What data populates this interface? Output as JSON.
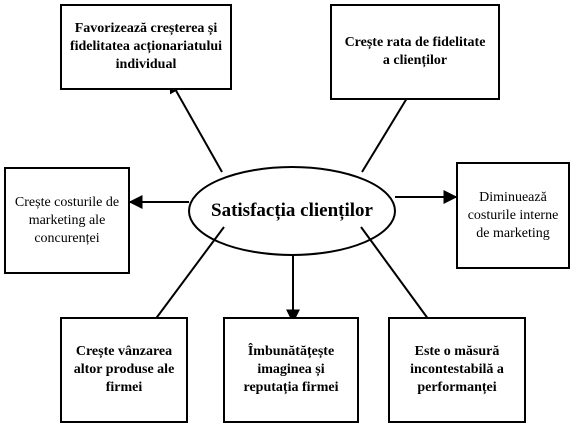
{
  "center": "Satisfacția clienților",
  "boxes": {
    "top_left": "Favorizează creșterea și fidelitatea acționariatului individual",
    "top_right": "Crește rata de fidelitate a clienților",
    "mid_left": "Crește costurile de marketing ale concurenței",
    "mid_right": "Diminuează costurile interne de marketing",
    "bot_left": "Crește vânzarea altor produse ale firmei",
    "bot_mid": "Îmbunătățește imaginea și reputația firmei",
    "bot_right": "Este o măsură incontestabilă a performanței"
  },
  "colors": {
    "stroke": "#000000",
    "fill": "#ffffff"
  }
}
